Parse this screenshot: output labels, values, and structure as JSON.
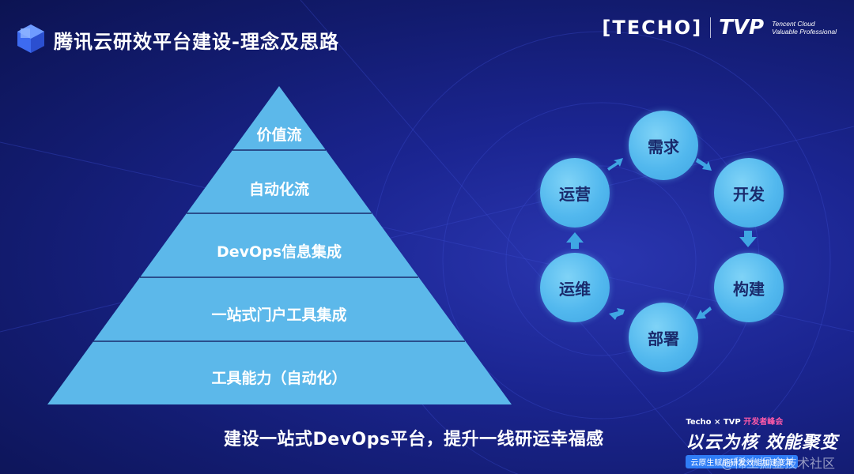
{
  "header": {
    "title": "腾讯云研效平台建设-理念及思路",
    "brand_techo": "[TECHO]",
    "brand_tvp": "TVP",
    "brand_tvp_line1": "Tencent Cloud",
    "brand_tvp_line2": "Valuable Professional"
  },
  "pyramid": {
    "tiers": [
      "价值流",
      "自动化流",
      "DevOps信息集成",
      "一站式门户工具集成",
      "工具能力（自动化）"
    ]
  },
  "cycle": {
    "nodes": [
      "需求",
      "开发",
      "构建",
      "部署",
      "运维",
      "运营"
    ]
  },
  "slogan": "建设一站式DevOps平台，提升一线研运幸福感",
  "bottom_logo": {
    "small_prefix": "Techo × TVP ",
    "small_highlight": "开发者峰会",
    "big": "以云为核 效能聚变",
    "tag": "云原生赋能研发效能加速变革"
  },
  "watermark": "@稀土掘金技术社区",
  "colors": {
    "background": "#1b2591",
    "pyramid_fill": "#5cb8ea",
    "node_fill": "#52b8ee",
    "node_text": "#1a2a6c",
    "arrow": "#3fa6e3"
  }
}
